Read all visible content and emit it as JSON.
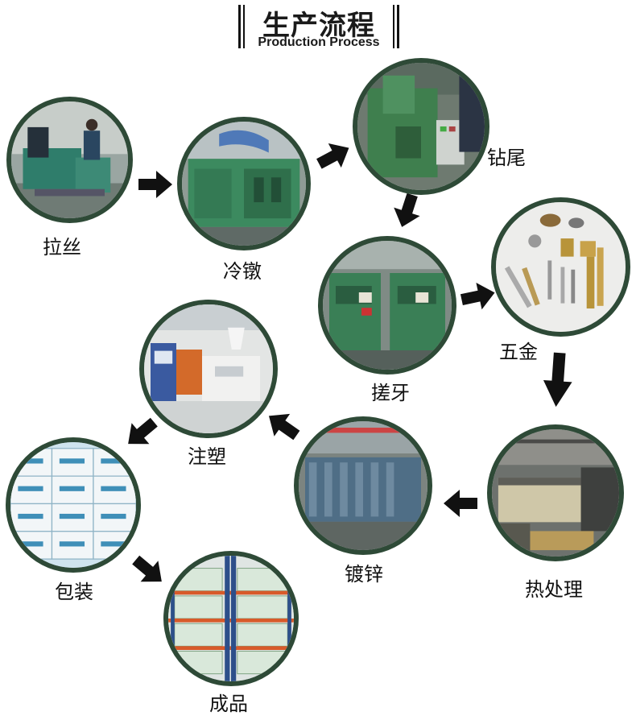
{
  "title": {
    "cn": "生产流程",
    "en": "Production Process"
  },
  "steps": [
    {
      "id": "wire-drawing",
      "label": "拉丝",
      "photo": "wire drawing machine"
    },
    {
      "id": "cold-heading",
      "label": "冷镦",
      "photo": "cold heading machine"
    },
    {
      "id": "drill-tail",
      "label": "钻尾",
      "photo": "drilling machine"
    },
    {
      "id": "thread-rolling",
      "label": "搓牙",
      "photo": "thread rolling machines"
    },
    {
      "id": "hardware",
      "label": "五金",
      "photo": "metal parts"
    },
    {
      "id": "heat-treatment",
      "label": "热处理",
      "photo": "heat treatment furnace"
    },
    {
      "id": "galvanizing",
      "label": "镀锌",
      "photo": "galvanizing line"
    },
    {
      "id": "injection-molding",
      "label": "注塑",
      "photo": "injection molding machine"
    },
    {
      "id": "packaging",
      "label": "包装",
      "photo": "packed boxes"
    },
    {
      "id": "finished-product",
      "label": "成品",
      "photo": "warehouse racks"
    }
  ],
  "colors": {
    "ring": "#2e4a37",
    "arrow": "#111111",
    "text": "#111111"
  }
}
